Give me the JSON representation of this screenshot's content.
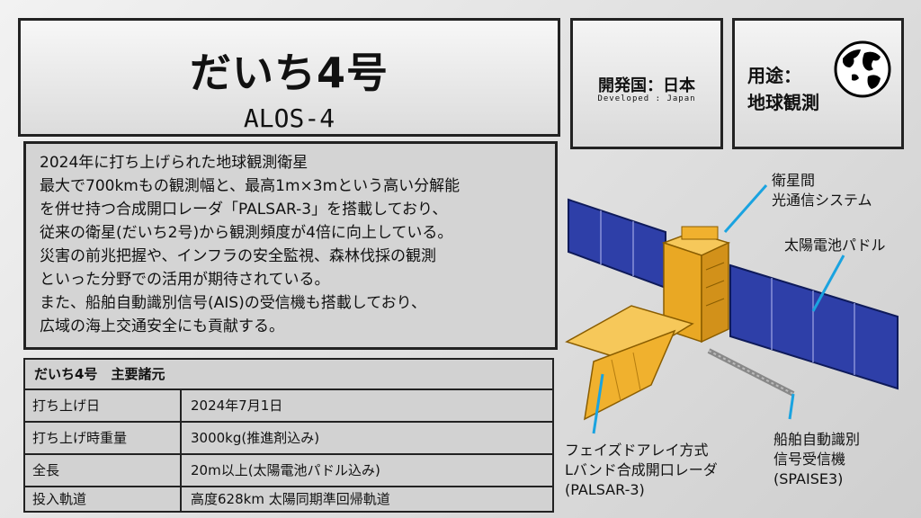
{
  "title": {
    "main": "だいち4号",
    "sub": "ALOS-4"
  },
  "developer": {
    "main": "開発国：日本",
    "sub": "Developed : Japan"
  },
  "usage": {
    "label": "用途：",
    "value": "地球観測",
    "icon": "globe-icon"
  },
  "description": [
    "2024年に打ち上げられた地球観測衛星",
    "最大で700kmもの観測幅と、最高1m×3mという高い分解能",
    "を併せ持つ合成開口レーダ「PALSAR-3」を搭載しており、",
    "従来の衛星(だいち2号)から観測頻度が4倍に向上している。",
    "災害の前兆把握や、インフラの安全監視、森林伐採の観測",
    "といった分野での活用が期待されている。",
    "また、船舶自動識別信号(AIS)の受信機も搭載しており、",
    "広域の海上交通安全にも貢献する。"
  ],
  "specs": {
    "heading": "だいち4号　主要諸元",
    "rows": [
      {
        "key": "打ち上げ日",
        "value": "2024年7月1日"
      },
      {
        "key": "打ち上げ時重量",
        "value": "3000kg(推進剤込み)"
      },
      {
        "key": "全長",
        "value": "20m以上(太陽電池パドル込み)"
      },
      {
        "key": "投入軌道",
        "value": "高度628km 太陽同期準回帰軌道"
      }
    ]
  },
  "callouts": {
    "optical": [
      "衛星間",
      "光通信システム"
    ],
    "solar": [
      "太陽電池パドル"
    ],
    "ais": [
      "船舶自動識別",
      "信号受信機",
      "(SPAISE3)"
    ],
    "palsar": [
      "フェイズドアレイ方式",
      "Lバンド合成開口レーダ",
      "(PALSAR-3)"
    ]
  },
  "colors": {
    "panel_blue": "#2e3fa8",
    "body_gold": "#f0b12e",
    "leader_line": "#1aa3e0"
  }
}
